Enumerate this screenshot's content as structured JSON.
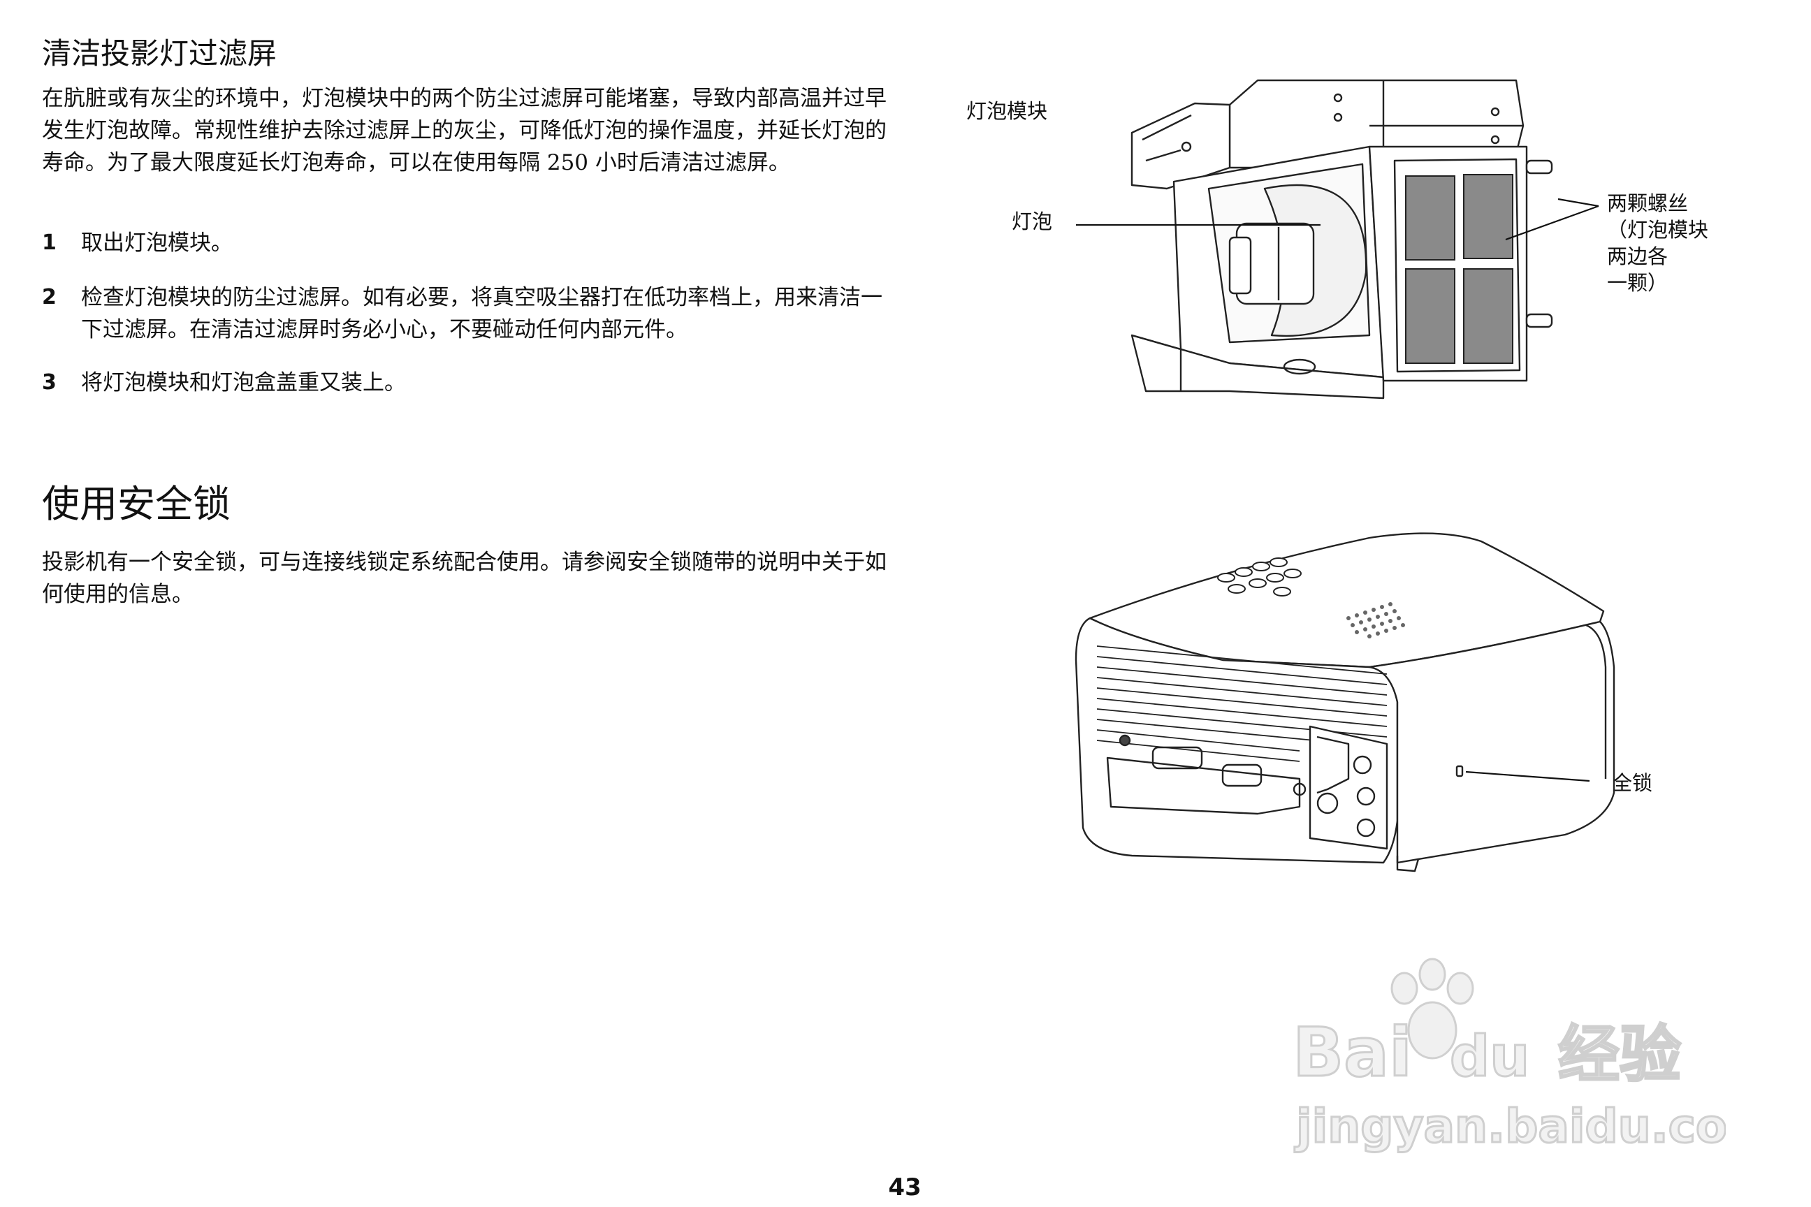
{
  "section1": {
    "title": "清洁投影灯过滤屏",
    "paragraph": "在肮脏或有灰尘的环境中，灯泡模块中的两个防尘过滤屏可能堵塞，导致内部高温并过早发生灯泡故障。常规性维护去除过滤屏上的灰尘，可降低灯泡的操作温度，并延长灯泡的寿命。为了最大限度延长灯泡寿命，可以在使用每隔 250 小时后清洁过滤屏。",
    "steps": [
      {
        "number": "1",
        "text": "取出灯泡模块。"
      },
      {
        "number": "2",
        "text": "检查灯泡模块的防尘过滤屏。如有必要，将真空吸尘器打在低功率档上，用来清洁一下过滤屏。在清洁过滤屏时务必小心，不要碰动任何内部元件。"
      },
      {
        "number": "3",
        "text": "将灯泡模块和灯泡盒盖重又装上。"
      }
    ]
  },
  "section2": {
    "title": "使用安全锁",
    "paragraph": "投影机有一个安全锁，可与连接线锁定系统配合使用。请参阅安全锁随带的说明中关于如何使用的信息。"
  },
  "figure1": {
    "label_module": "灯泡模块",
    "label_bulb": "灯泡",
    "label_screws": "两颗螺丝\n（灯泡模块\n两边各\n一颗）"
  },
  "figure2": {
    "label_lock": "安全锁"
  },
  "page_number": "43",
  "watermark": {
    "brand": "Bai",
    "brand_suffix": "du",
    "product": "经验",
    "url": "jingyan.baidu.com"
  }
}
